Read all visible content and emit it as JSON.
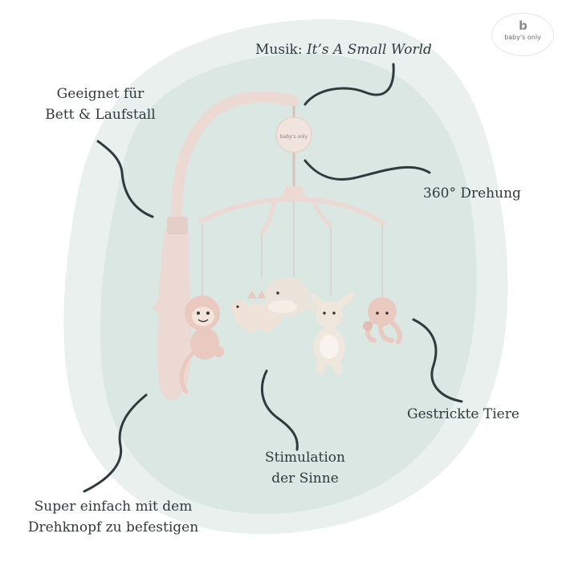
{
  "brand": {
    "logo_text": "baby's only",
    "logo_mark": "b"
  },
  "colors": {
    "blob": "#dfe9e6",
    "blob_light": "#e9f0ee",
    "text": "#2f3a3c",
    "arm": "#ecd9d3",
    "toy": "#e9c9c0",
    "toy_cream": "#efe6dc"
  },
  "features": {
    "music": {
      "prefix": "Musik: ",
      "title": "It’s A Small World"
    },
    "mounting": {
      "line1": "Geeignet für",
      "line2": "Bett & Laufstall"
    },
    "rotation": "360° Drehung",
    "knitted": "Gestrickte Tiere",
    "stimulation": {
      "line1": "Stimulation",
      "line2": "der Sinne"
    },
    "fastening": {
      "line1": "Super einfach mit dem",
      "line2": "Drehknopf zu befestigen"
    }
  },
  "product": {
    "music_box_label": "baby's only"
  }
}
